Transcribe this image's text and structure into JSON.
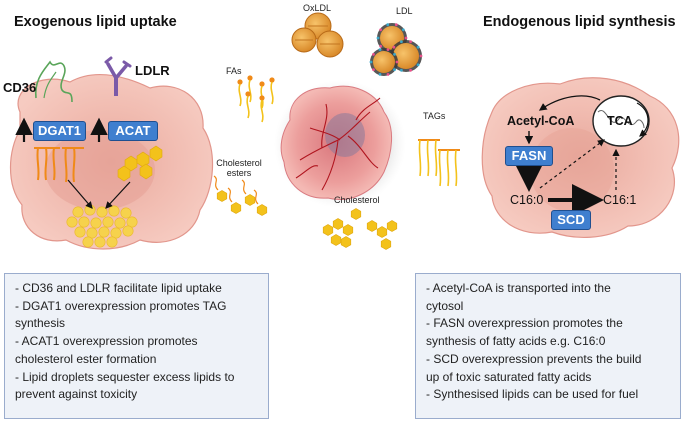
{
  "left": {
    "title": "Exogenous lipid uptake",
    "cd36": "CD36",
    "ldlr": "LDLR",
    "dgat1": "DGAT1",
    "acat": "ACAT",
    "notes": [
      "- CD36 and LDLR  facilitate lipid uptake",
      "- DGAT1 overexpression promotes TAG",
      "synthesis",
      "- ACAT1 overexpression promotes",
      "cholesterol ester formation",
      "- Lipid droplets sequester excess lipids to",
      "prevent against toxicity"
    ]
  },
  "center": {
    "oxldl": "OxLDL",
    "ldl": "LDL",
    "fas": "FAs",
    "tags": "TAGs",
    "cholesterol_esters_1": "Cholesterol",
    "cholesterol_esters_2": "esters",
    "cholesterol": "Cholesterol"
  },
  "right": {
    "title": "Endogenous lipid synthesis",
    "acetyl_coa": "Acetyl-CoA",
    "tca": "TCA",
    "fasn": "FASN",
    "c160": "C16:0",
    "c161": "C16:1",
    "scd": "SCD",
    "notes": [
      "- Acetyl-CoA is transported into the",
      "cytosol",
      "- FASN overexpression promotes the",
      "synthesis of fatty acids e.g. C16:0",
      "- SCD overexpression prevents the build",
      "up of toxic saturated fatty acids",
      "- Synthesised lipids can be used for fuel"
    ]
  },
  "colors": {
    "cell_fill": "#f3c1b6",
    "cell_edge": "#e0948a",
    "box_blue": "#3f7fcf",
    "lipid_yellow": "#f3c21b",
    "acyl_orange": "#f08a18",
    "note_bg": "#eef2f8"
  }
}
